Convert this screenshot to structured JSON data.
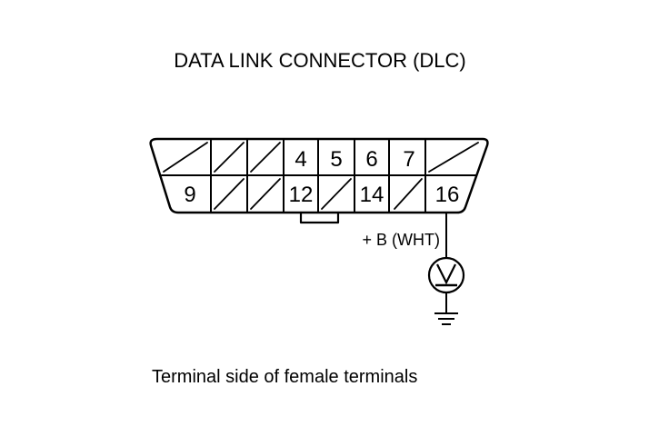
{
  "title": "DATA LINK CONNECTOR (DLC)",
  "caption": "Terminal side of female terminals",
  "connector": {
    "top_row": [
      {
        "id": "slot-t1",
        "label": ""
      },
      {
        "id": "slot-t2",
        "label": ""
      },
      {
        "id": "slot-t3",
        "label": ""
      },
      {
        "id": "pin-4",
        "label": "4"
      },
      {
        "id": "pin-5",
        "label": "5"
      },
      {
        "id": "pin-6",
        "label": "6"
      },
      {
        "id": "pin-7",
        "label": "7"
      },
      {
        "id": "slot-t8",
        "label": ""
      }
    ],
    "bottom_row": [
      {
        "id": "pin-9",
        "label": "9"
      },
      {
        "id": "slot-b2",
        "label": ""
      },
      {
        "id": "slot-b3",
        "label": ""
      },
      {
        "id": "pin-12",
        "label": "12"
      },
      {
        "id": "slot-b5",
        "label": ""
      },
      {
        "id": "pin-14",
        "label": "14"
      },
      {
        "id": "slot-b7",
        "label": ""
      },
      {
        "id": "pin-16",
        "label": "16"
      }
    ]
  },
  "wire_label": "+ B (WHT)",
  "voltmeter_symbol": "V",
  "colors": {
    "line": "#000000",
    "background": "#ffffff"
  }
}
